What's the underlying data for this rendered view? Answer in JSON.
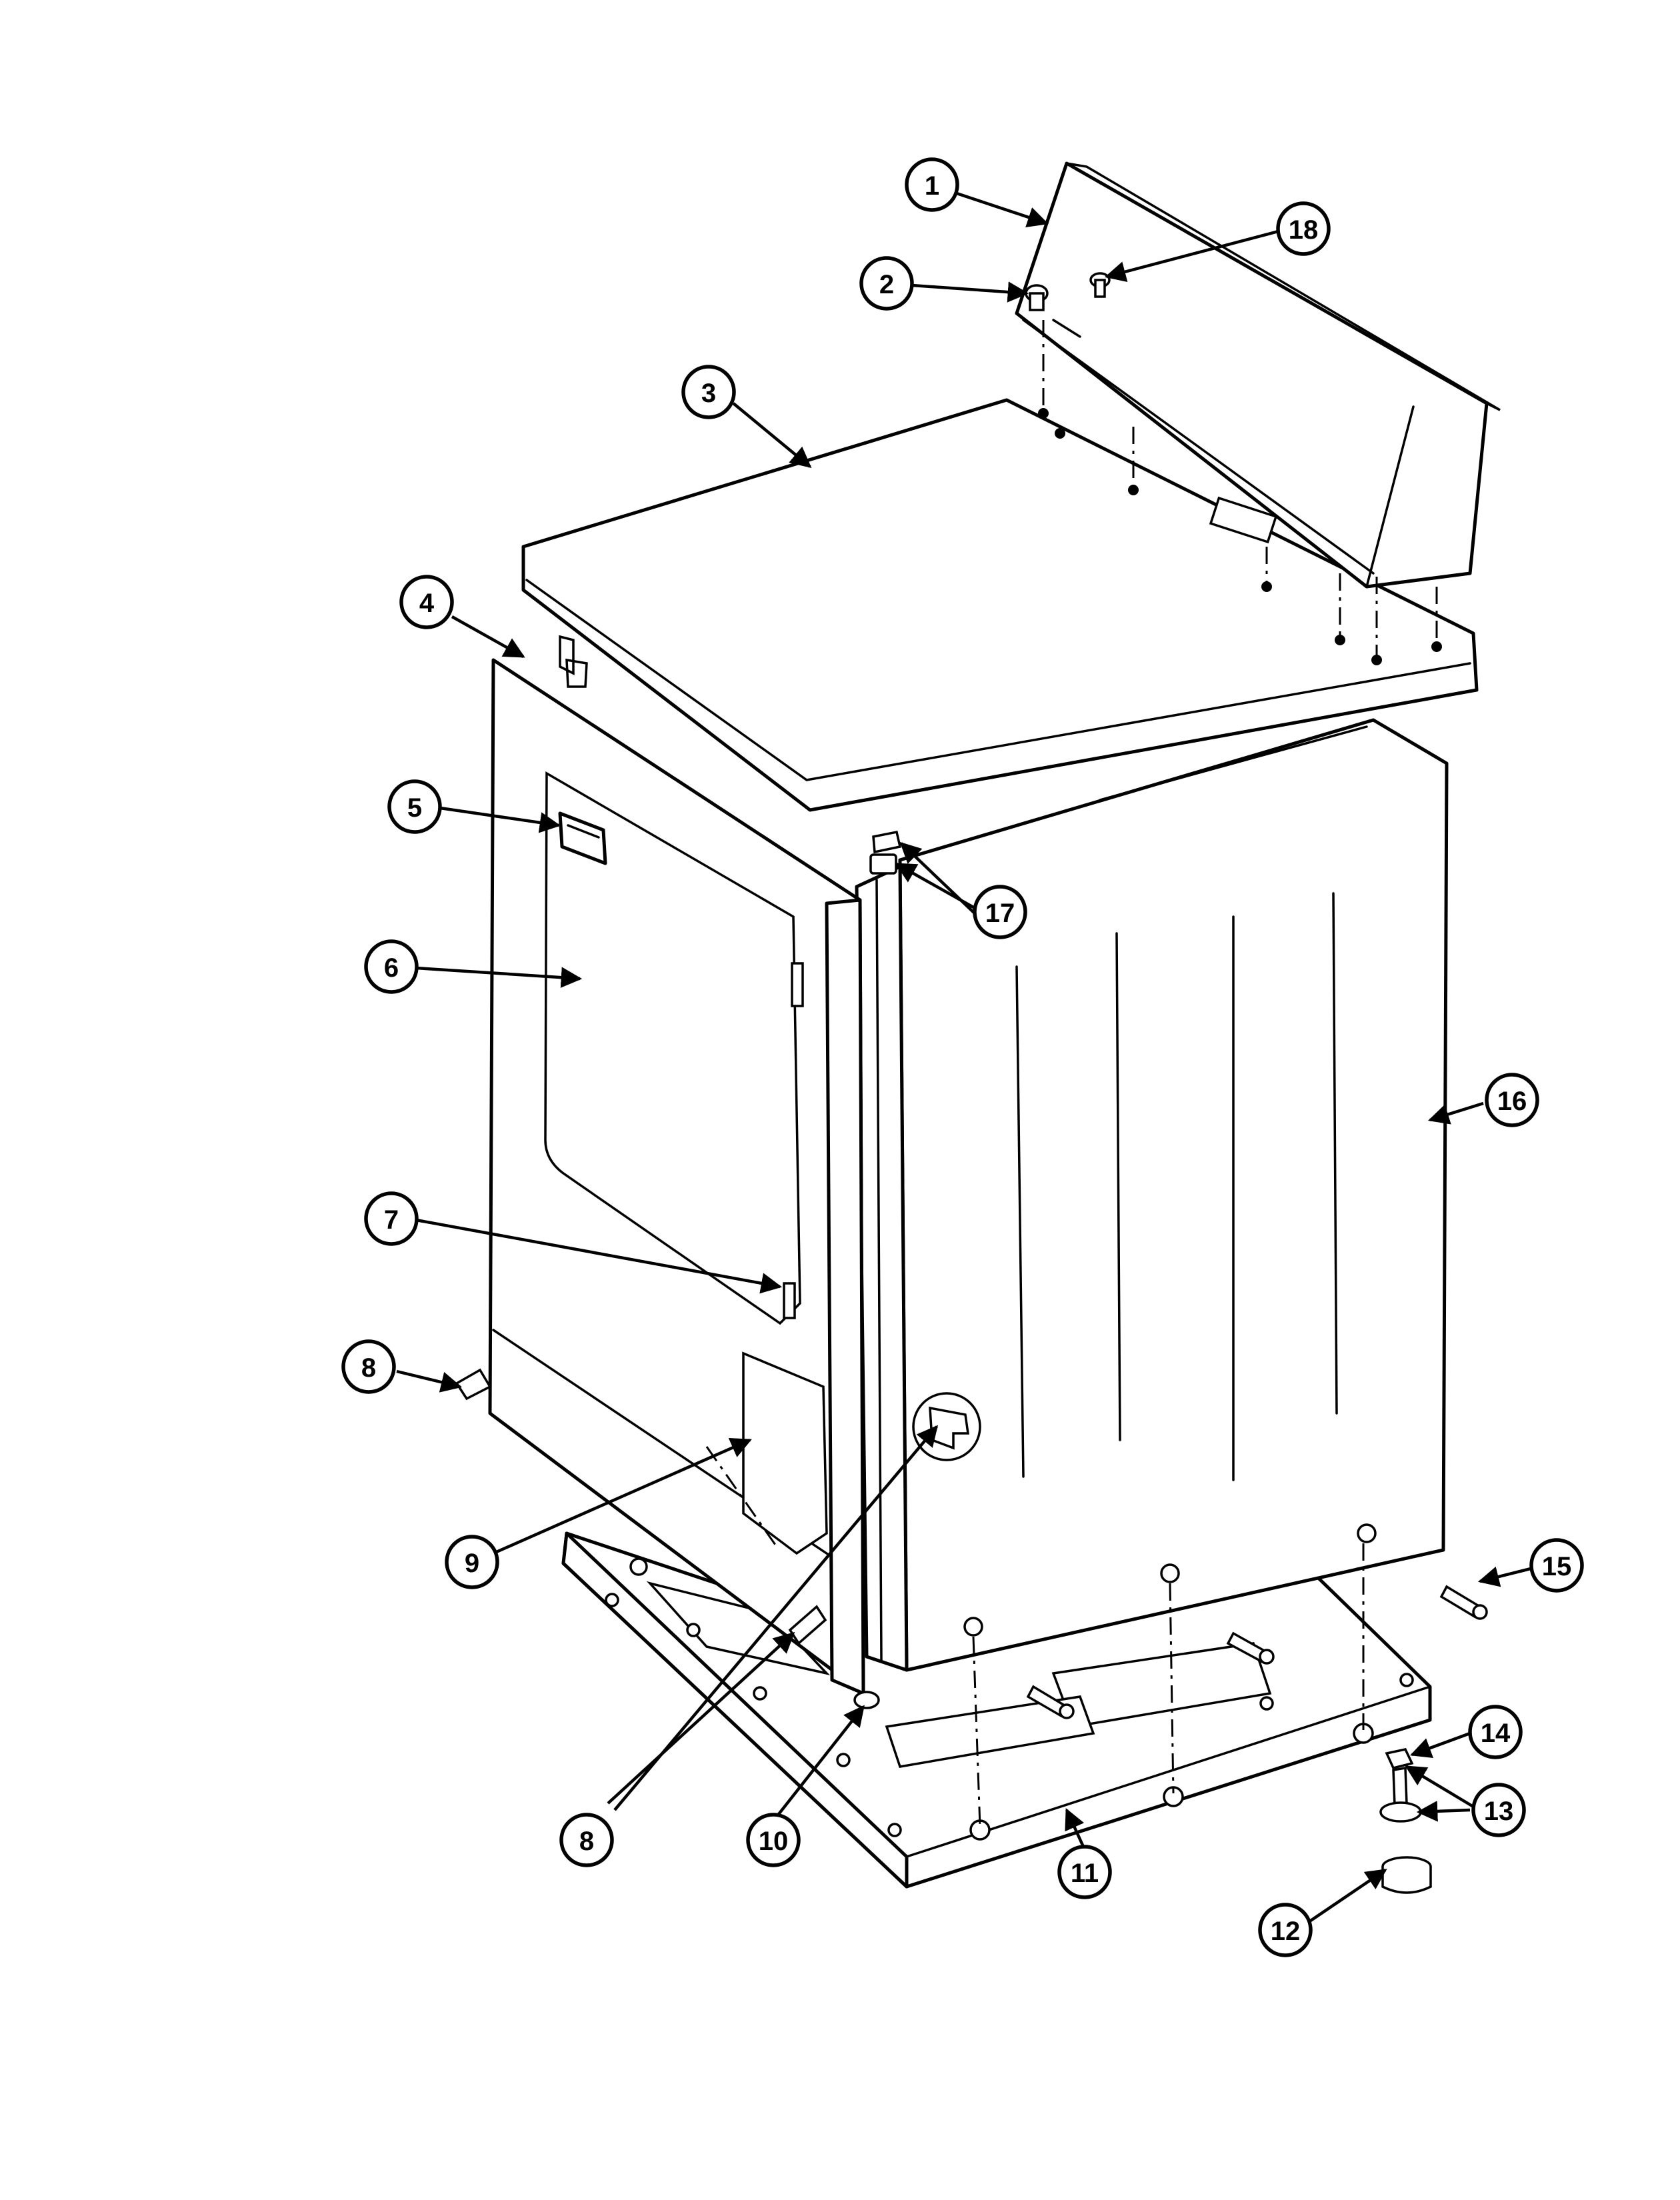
{
  "diagram": {
    "type": "exploded-parts-view",
    "line_color": "#000000",
    "background_color": "#ffffff",
    "callouts": [
      {
        "id": "c1",
        "label": "1"
      },
      {
        "id": "c2",
        "label": "2"
      },
      {
        "id": "c3",
        "label": "3"
      },
      {
        "id": "c4",
        "label": "4"
      },
      {
        "id": "c5",
        "label": "5"
      },
      {
        "id": "c6",
        "label": "6"
      },
      {
        "id": "c7",
        "label": "7"
      },
      {
        "id": "c8a",
        "label": "8"
      },
      {
        "id": "c9",
        "label": "9"
      },
      {
        "id": "c8b",
        "label": "8"
      },
      {
        "id": "c10",
        "label": "10"
      },
      {
        "id": "c11",
        "label": "11"
      },
      {
        "id": "c12",
        "label": "12"
      },
      {
        "id": "c13",
        "label": "13"
      },
      {
        "id": "c14",
        "label": "14"
      },
      {
        "id": "c15",
        "label": "15"
      },
      {
        "id": "c16",
        "label": "16"
      },
      {
        "id": "c17",
        "label": "17"
      },
      {
        "id": "c18",
        "label": "18"
      }
    ]
  }
}
